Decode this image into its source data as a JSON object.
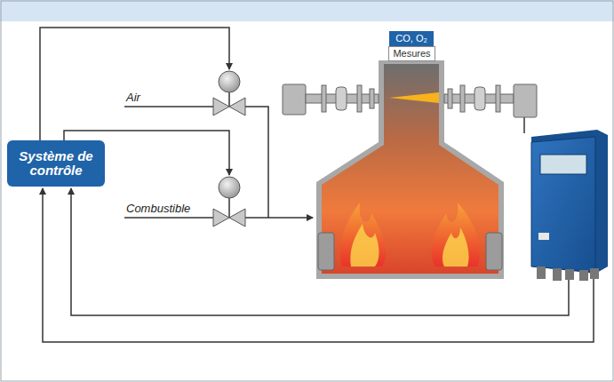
{
  "diagram": {
    "nodes": [
      {
        "text": [
          "Système de contrôle"
        ]
      },
      {
        "text": [
          "CO, O₂"
        ]
      },
      {
        "text": [
          "Mesures"
        ]
      }
    ],
    "labels": [
      "Air",
      "Combustible"
    ]
  }
}
